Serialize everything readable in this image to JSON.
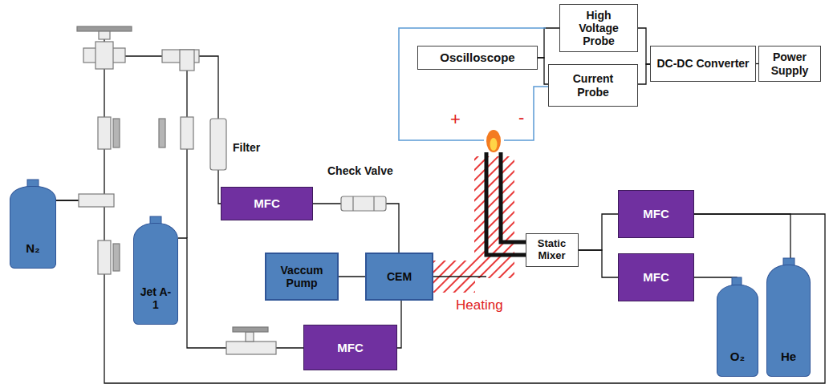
{
  "diagram": {
    "nodes": [
      {
        "text": [
          "Oscilloscope"
        ]
      },
      {
        "text": [
          "High Voltage Probe"
        ]
      },
      {
        "text": [
          "Current Probe"
        ]
      },
      {
        "text": [
          "DC-DC Converter"
        ]
      },
      {
        "text": [
          "Power Supply"
        ]
      },
      {
        "text": [
          "MFC"
        ]
      },
      {
        "text": [
          "Vaccum Pump"
        ]
      },
      {
        "text": [
          "CEM"
        ]
      },
      {
        "text": [
          "MFC"
        ]
      },
      {
        "text": [
          "Static Mixer"
        ]
      },
      {
        "text": [
          "MFC"
        ]
      },
      {
        "text": [
          "N₂"
        ]
      },
      {
        "text": [
          "Jet A-1"
        ]
      },
      {
        "text": [
          "MFC"
        ]
      },
      {
        "text": [
          "O₂"
        ]
      },
      {
        "text": [
          "He"
        ]
      }
    ],
    "edges": [
      {
        "from": 0,
        "to": 1,
        "arrow": "none"
      },
      {
        "from": 0,
        "to": 2,
        "arrow": "none"
      },
      {
        "from": 1,
        "to": 3,
        "arrow": "none"
      },
      {
        "from": 2,
        "to": 3,
        "arrow": "none"
      },
      {
        "from": 3,
        "to": 4,
        "arrow": "none"
      },
      {
        "from": 5,
        "to": 7,
        "arrow": "none"
      },
      {
        "from": 6,
        "to": 7,
        "arrow": "none"
      },
      {
        "from": 9,
        "to": 8,
        "arrow": "none"
      },
      {
        "from": 9,
        "to": 10,
        "arrow": "none"
      },
      {
        "from": 11,
        "to": 5,
        "arrow": "none"
      },
      {
        "from": 11,
        "to": 8,
        "arrow": "none"
      },
      {
        "from": 12,
        "to": 13,
        "arrow": "none"
      },
      {
        "from": 13,
        "to": 7,
        "arrow": "none"
      },
      {
        "from": 15,
        "to": 8,
        "arrow": "none"
      },
      {
        "from": 14,
        "to": 10,
        "arrow": "none"
      }
    ],
    "labels": [
      "Filter",
      "Check Valve",
      "Heating",
      "+",
      "-"
    ]
  }
}
